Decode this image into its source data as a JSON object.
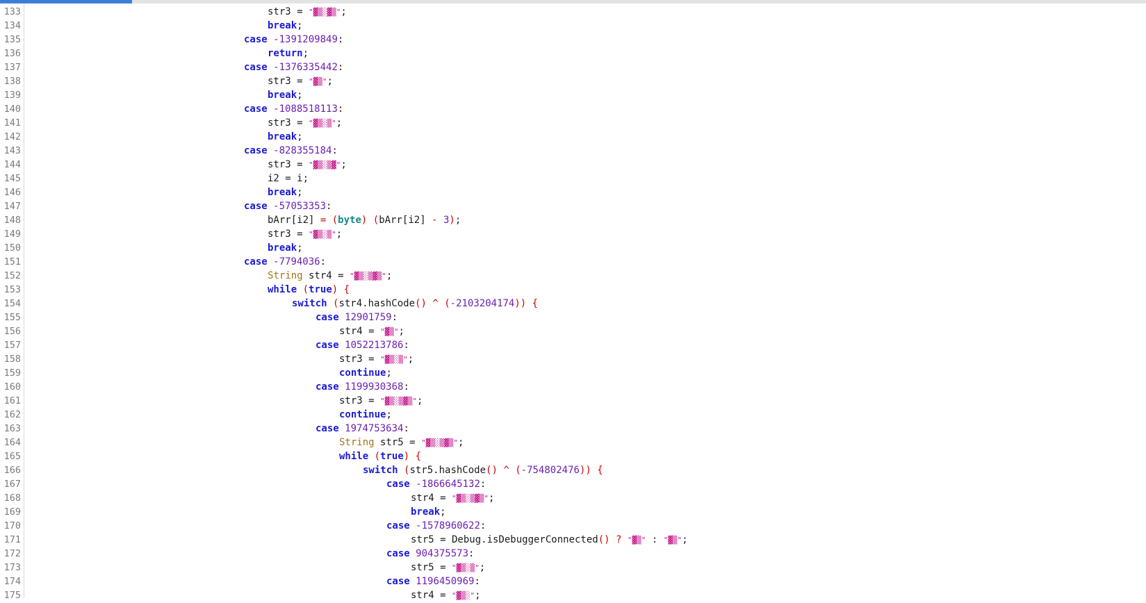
{
  "progress": {
    "fraction": 0.115,
    "color": "#3e7fd6"
  },
  "lines": [
    {
      "n": "133",
      "indent": 2,
      "segs": [
        [
          "p",
          "str3 = "
        ],
        [
          "s",
          "\"▓▒░▓▒\""
        ],
        [
          "p",
          ";"
        ]
      ]
    },
    {
      "n": "134",
      "indent": 2,
      "segs": [
        [
          "k",
          "break"
        ],
        [
          "p",
          ";"
        ]
      ]
    },
    {
      "n": "135",
      "indent": 1,
      "segs": [
        [
          "k",
          "case"
        ],
        [
          "p",
          " "
        ],
        [
          "n",
          "-1391209849"
        ],
        [
          "p",
          ":"
        ]
      ]
    },
    {
      "n": "136",
      "indent": 2,
      "segs": [
        [
          "k",
          "return"
        ],
        [
          "p",
          ";"
        ]
      ]
    },
    {
      "n": "137",
      "indent": 1,
      "segs": [
        [
          "k",
          "case"
        ],
        [
          "p",
          " "
        ],
        [
          "n",
          "-1376335442"
        ],
        [
          "p",
          ":"
        ]
      ]
    },
    {
      "n": "138",
      "indent": 2,
      "segs": [
        [
          "p",
          "str3 = "
        ],
        [
          "s",
          "\"▓▒\""
        ],
        [
          "p",
          ";"
        ]
      ]
    },
    {
      "n": "139",
      "indent": 2,
      "segs": [
        [
          "k",
          "break"
        ],
        [
          "p",
          ";"
        ]
      ]
    },
    {
      "n": "140",
      "indent": 1,
      "segs": [
        [
          "k",
          "case"
        ],
        [
          "p",
          " "
        ],
        [
          "n",
          "-1088518113"
        ],
        [
          "p",
          ":"
        ]
      ]
    },
    {
      "n": "141",
      "indent": 2,
      "segs": [
        [
          "p",
          "str3 = "
        ],
        [
          "s",
          "\"▓▒░▒\""
        ],
        [
          "p",
          ";"
        ]
      ]
    },
    {
      "n": "142",
      "indent": 2,
      "segs": [
        [
          "k",
          "break"
        ],
        [
          "p",
          ";"
        ]
      ]
    },
    {
      "n": "143",
      "indent": 1,
      "segs": [
        [
          "k",
          "case"
        ],
        [
          "p",
          " "
        ],
        [
          "n",
          "-828355184"
        ],
        [
          "p",
          ":"
        ]
      ]
    },
    {
      "n": "144",
      "indent": 2,
      "segs": [
        [
          "p",
          "str3 = "
        ],
        [
          "s",
          "\"▓▒░▒▓\""
        ],
        [
          "p",
          ";"
        ]
      ]
    },
    {
      "n": "145",
      "indent": 2,
      "segs": [
        [
          "p",
          "i2 = i;"
        ]
      ]
    },
    {
      "n": "146",
      "indent": 2,
      "segs": [
        [
          "k",
          "break"
        ],
        [
          "p",
          ";"
        ]
      ]
    },
    {
      "n": "147",
      "indent": 1,
      "segs": [
        [
          "k",
          "case"
        ],
        [
          "p",
          " "
        ],
        [
          "n",
          "-57053353"
        ],
        [
          "p",
          ":"
        ]
      ]
    },
    {
      "n": "148",
      "indent": 2,
      "segs": [
        [
          "p",
          "bArr[i2] "
        ],
        [
          "o",
          "="
        ],
        [
          "p",
          " "
        ],
        [
          "o",
          "("
        ],
        [
          "c",
          "byte"
        ],
        [
          "o",
          ")"
        ],
        [
          "p",
          " "
        ],
        [
          "o",
          "("
        ],
        [
          "p",
          "bArr[i2] "
        ],
        [
          "o",
          "-"
        ],
        [
          "p",
          " "
        ],
        [
          "n",
          "3"
        ],
        [
          "o",
          ")"
        ],
        [
          "p",
          ";"
        ]
      ]
    },
    {
      "n": "149",
      "indent": 2,
      "segs": [
        [
          "p",
          "str3 = "
        ],
        [
          "s",
          "\"▓▒░▒\""
        ],
        [
          "p",
          ";"
        ]
      ]
    },
    {
      "n": "150",
      "indent": 2,
      "segs": [
        [
          "k",
          "break"
        ],
        [
          "p",
          ";"
        ]
      ]
    },
    {
      "n": "151",
      "indent": 1,
      "segs": [
        [
          "k",
          "case"
        ],
        [
          "p",
          " "
        ],
        [
          "n",
          "-7794036"
        ],
        [
          "p",
          ":"
        ]
      ]
    },
    {
      "n": "152",
      "indent": 2,
      "segs": [
        [
          "t",
          "String"
        ],
        [
          "p",
          " str4 = "
        ],
        [
          "s",
          "\"▓▒░▒▓▒\""
        ],
        [
          "p",
          ";"
        ]
      ]
    },
    {
      "n": "153",
      "indent": 2,
      "segs": [
        [
          "k",
          "while"
        ],
        [
          "p",
          " "
        ],
        [
          "o",
          "("
        ],
        [
          "k",
          "true"
        ],
        [
          "o",
          ")"
        ],
        [
          "p",
          " "
        ],
        [
          "o",
          "{"
        ]
      ]
    },
    {
      "n": "154",
      "indent": 3,
      "segs": [
        [
          "k",
          "switch"
        ],
        [
          "p",
          " "
        ],
        [
          "o",
          "("
        ],
        [
          "p",
          "str4.hashCode"
        ],
        [
          "o",
          "()"
        ],
        [
          "p",
          " "
        ],
        [
          "o",
          "^"
        ],
        [
          "p",
          " "
        ],
        [
          "o",
          "("
        ],
        [
          "n",
          "-2103204174"
        ],
        [
          "o",
          "))"
        ],
        [
          "p",
          " "
        ],
        [
          "o",
          "{"
        ]
      ]
    },
    {
      "n": "155",
      "indent": 4,
      "segs": [
        [
          "k",
          "case"
        ],
        [
          "p",
          " "
        ],
        [
          "n",
          "12901759"
        ],
        [
          "p",
          ":"
        ]
      ]
    },
    {
      "n": "156",
      "indent": 5,
      "segs": [
        [
          "p",
          "str4 = "
        ],
        [
          "s",
          "\"▓▒\""
        ],
        [
          "p",
          ";"
        ]
      ]
    },
    {
      "n": "157",
      "indent": 4,
      "segs": [
        [
          "k",
          "case"
        ],
        [
          "p",
          " "
        ],
        [
          "n",
          "1052213786"
        ],
        [
          "p",
          ":"
        ]
      ]
    },
    {
      "n": "158",
      "indent": 5,
      "segs": [
        [
          "p",
          "str3 = "
        ],
        [
          "s",
          "\"▓▒░▒\""
        ],
        [
          "p",
          ";"
        ]
      ]
    },
    {
      "n": "159",
      "indent": 5,
      "segs": [
        [
          "k",
          "continue"
        ],
        [
          "p",
          ";"
        ]
      ]
    },
    {
      "n": "160",
      "indent": 4,
      "segs": [
        [
          "k",
          "case"
        ],
        [
          "p",
          " "
        ],
        [
          "n",
          "1199930368"
        ],
        [
          "p",
          ":"
        ]
      ]
    },
    {
      "n": "161",
      "indent": 5,
      "segs": [
        [
          "p",
          "str3 = "
        ],
        [
          "s",
          "\"▓▒░▒▓▒\""
        ],
        [
          "p",
          ";"
        ]
      ]
    },
    {
      "n": "162",
      "indent": 5,
      "segs": [
        [
          "k",
          "continue"
        ],
        [
          "p",
          ";"
        ]
      ]
    },
    {
      "n": "163",
      "indent": 4,
      "segs": [
        [
          "k",
          "case"
        ],
        [
          "p",
          " "
        ],
        [
          "n",
          "1974753634"
        ],
        [
          "p",
          ":"
        ]
      ]
    },
    {
      "n": "164",
      "indent": 5,
      "segs": [
        [
          "t",
          "String"
        ],
        [
          "p",
          " str5 = "
        ],
        [
          "s",
          "\"▓▒░▒▓▒\""
        ],
        [
          "p",
          ";"
        ]
      ]
    },
    {
      "n": "165",
      "indent": 5,
      "segs": [
        [
          "k",
          "while"
        ],
        [
          "p",
          " "
        ],
        [
          "o",
          "("
        ],
        [
          "k",
          "true"
        ],
        [
          "o",
          ")"
        ],
        [
          "p",
          " "
        ],
        [
          "o",
          "{"
        ]
      ]
    },
    {
      "n": "166",
      "indent": 6,
      "segs": [
        [
          "k",
          "switch"
        ],
        [
          "p",
          " "
        ],
        [
          "o",
          "("
        ],
        [
          "p",
          "str5.hashCode"
        ],
        [
          "o",
          "()"
        ],
        [
          "p",
          " "
        ],
        [
          "o",
          "^"
        ],
        [
          "p",
          " "
        ],
        [
          "o",
          "("
        ],
        [
          "n",
          "-754802476"
        ],
        [
          "o",
          "))"
        ],
        [
          "p",
          " "
        ],
        [
          "o",
          "{"
        ]
      ]
    },
    {
      "n": "167",
      "indent": 7,
      "segs": [
        [
          "k",
          "case"
        ],
        [
          "p",
          " "
        ],
        [
          "n",
          "-1866645132"
        ],
        [
          "p",
          ":"
        ]
      ]
    },
    {
      "n": "168",
      "indent": 8,
      "segs": [
        [
          "p",
          "str4 = "
        ],
        [
          "s",
          "\"▓▒░▒▓▒\""
        ],
        [
          "p",
          ";"
        ]
      ]
    },
    {
      "n": "169",
      "indent": 8,
      "segs": [
        [
          "k",
          "break"
        ],
        [
          "p",
          ";"
        ]
      ]
    },
    {
      "n": "170",
      "indent": 7,
      "segs": [
        [
          "k",
          "case"
        ],
        [
          "p",
          " "
        ],
        [
          "n",
          "-1578960622"
        ],
        [
          "p",
          ":"
        ]
      ]
    },
    {
      "n": "171",
      "indent": 8,
      "segs": [
        [
          "p",
          "str5 = Debug.isDebuggerConnected"
        ],
        [
          "o",
          "()"
        ],
        [
          "p",
          " "
        ],
        [
          "o",
          "?"
        ],
        [
          "p",
          " "
        ],
        [
          "s",
          "\"▓▒\""
        ],
        [
          "p",
          " : "
        ],
        [
          "s",
          "\"▓▒\""
        ],
        [
          "p",
          ";"
        ]
      ]
    },
    {
      "n": "172",
      "indent": 7,
      "segs": [
        [
          "k",
          "case"
        ],
        [
          "p",
          " "
        ],
        [
          "n",
          "904375573"
        ],
        [
          "p",
          ":"
        ]
      ]
    },
    {
      "n": "173",
      "indent": 8,
      "segs": [
        [
          "p",
          "str5 = "
        ],
        [
          "s",
          "\"▓▒░▒\""
        ],
        [
          "p",
          ";"
        ]
      ]
    },
    {
      "n": "174",
      "indent": 7,
      "segs": [
        [
          "k",
          "case"
        ],
        [
          "p",
          " "
        ],
        [
          "n",
          "1196450969"
        ],
        [
          "p",
          ":"
        ]
      ]
    },
    {
      "n": "175",
      "indent": 8,
      "segs": [
        [
          "p",
          "str4 = "
        ],
        [
          "s",
          "\"▓▒░\""
        ],
        [
          "p",
          ";"
        ]
      ]
    }
  ]
}
